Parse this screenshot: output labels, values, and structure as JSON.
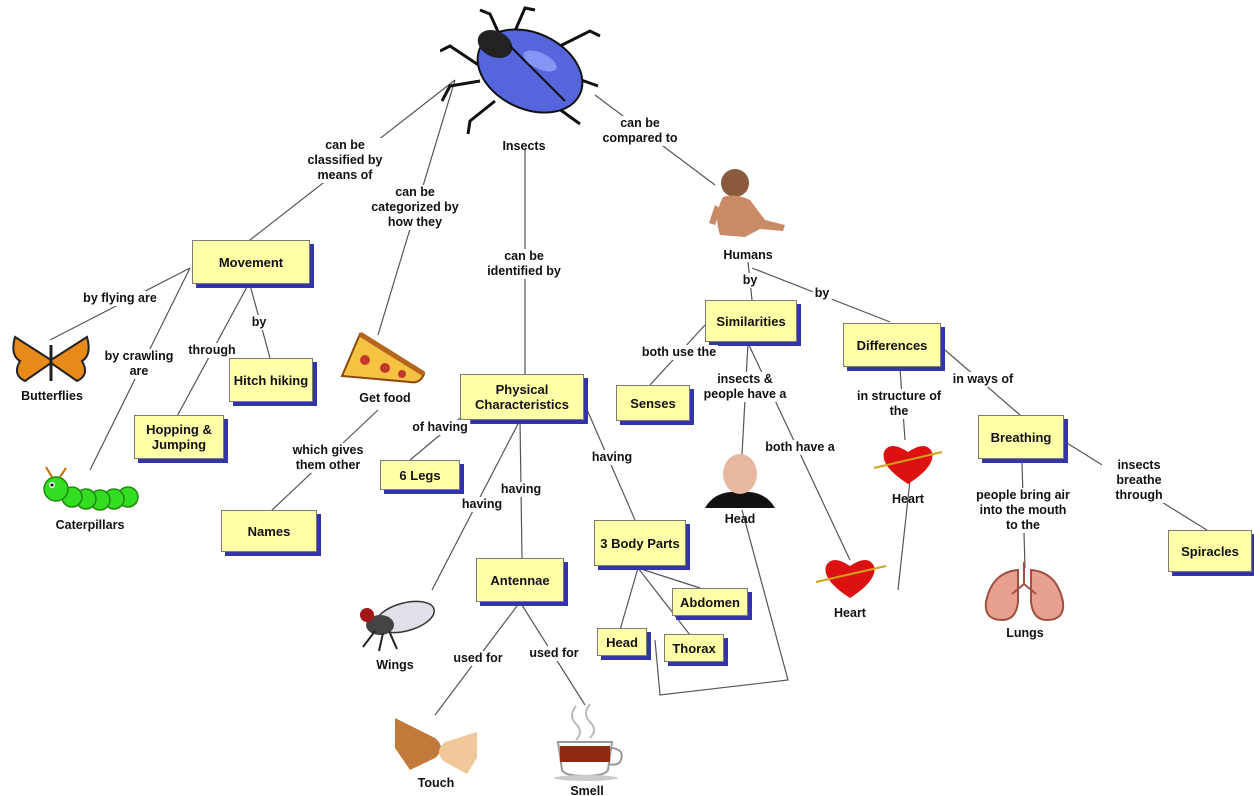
{
  "concepts": {
    "insects": "Insects",
    "humans": "Humans",
    "movement": "Movement",
    "butterflies": "Butterflies",
    "caterpillars": "Caterpillars",
    "hitch_hiking": "Hitch hiking",
    "hopping_jumping": "Hopping & Jumping",
    "get_food": "Get food",
    "names": "Names",
    "physical_characteristics": "Physical Characteristics",
    "six_legs": "6 Legs",
    "wings": "Wings",
    "antennae": "Antennae",
    "touch": "Touch",
    "smell": "Smell",
    "three_body_parts": "3 Body Parts",
    "abdomen": "Abdomen",
    "head_part": "Head",
    "thorax": "Thorax",
    "similarities": "Similarities",
    "senses": "Senses",
    "head_human": "Head",
    "differences": "Differences",
    "heart_1": "Heart",
    "heart_2": "Heart",
    "breathing": "Breathing",
    "lungs": "Lungs",
    "spiracles": "Spiracles"
  },
  "links": {
    "classified": "can be classified by means of",
    "categorized": "can be categorized by how they",
    "identified": "can be identified by",
    "compared": "can be compared to",
    "by_flying": "by flying are",
    "by_crawling": "by crawling are",
    "through": "through",
    "by_move": "by",
    "which_gives": "which gives them other",
    "of_having": "of having",
    "having_wings": "having",
    "having_antennae": "having",
    "having_body": "having",
    "used_for_touch": "used for",
    "used_for_smell": "used for",
    "by_sim": "by",
    "by_diff": "by",
    "both_use": "both use the",
    "insects_people": "insects & people have a",
    "both_have": "both have a",
    "in_structure": "in structure of the",
    "in_ways": "in ways of",
    "people_bring": "people bring air into the mouth to the",
    "insects_breathe": "insects breathe through"
  },
  "colors": {
    "box_fill": "#ffffa8",
    "box_shadow": "#3333aa",
    "line": "#555555"
  }
}
